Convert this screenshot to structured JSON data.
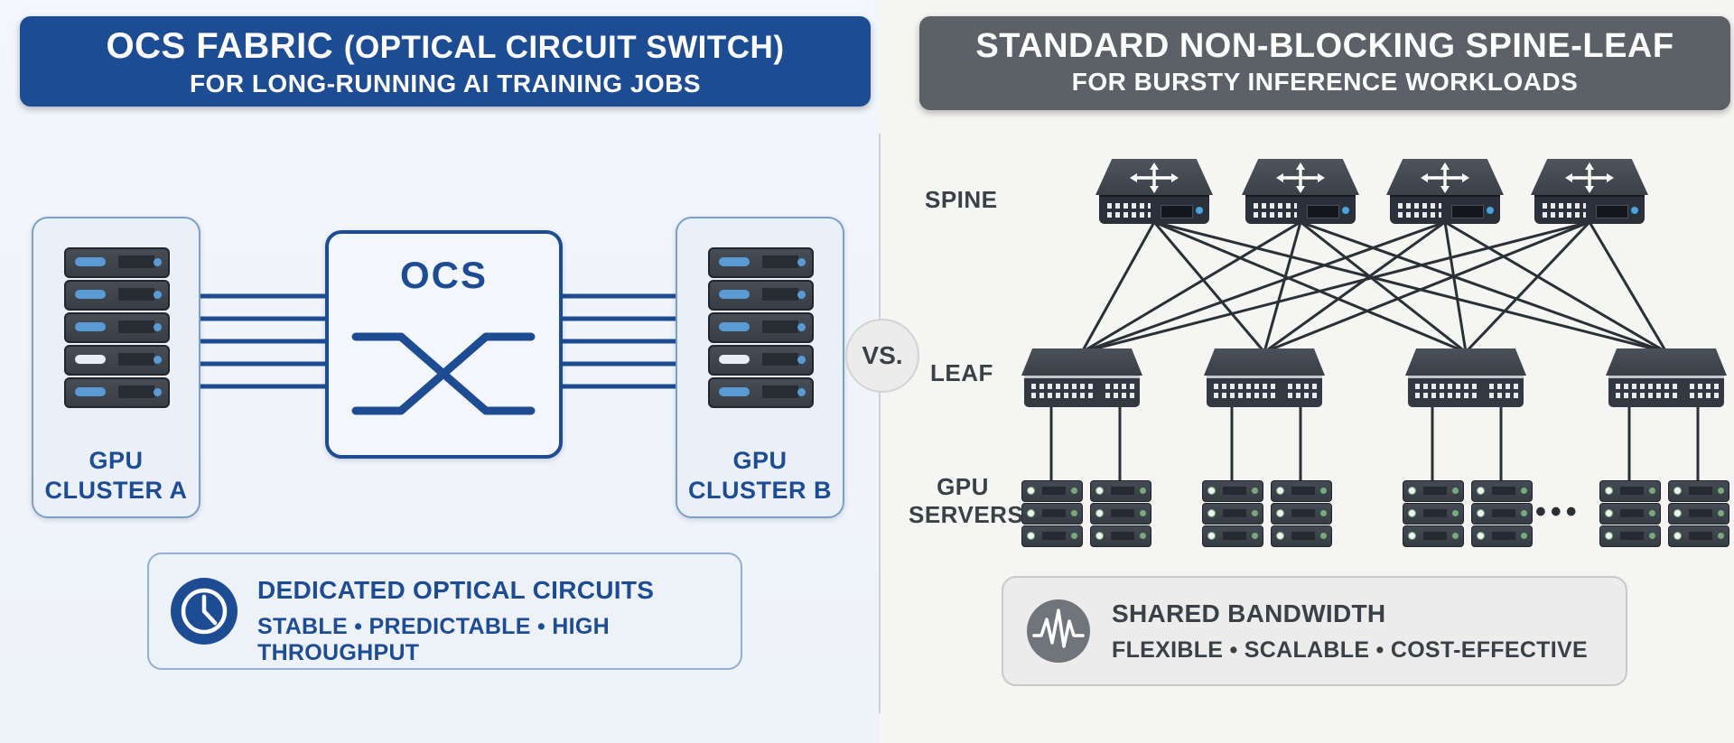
{
  "left": {
    "header": {
      "title_main": "OCS FABRIC",
      "title_paren": "(OPTICAL CIRCUIT SWITCH)",
      "subtitle": "FOR LONG-RUNNING AI TRAINING JOBS"
    },
    "ocs_switch": {
      "label": "OCS"
    },
    "cluster_a": {
      "line1": "GPU",
      "line2": "CLUSTER A"
    },
    "cluster_b": {
      "line1": "GPU",
      "line2": "CLUSTER B"
    },
    "info_box": {
      "icon": "clock-icon",
      "title": "DEDICATED OPTICAL CIRCUITS",
      "subtitle": "STABLE • PREDICTABLE • HIGH THROUGHPUT"
    }
  },
  "center": {
    "vs_label": "VS."
  },
  "right": {
    "header": {
      "title": "STANDARD NON-BLOCKING SPINE-LEAF",
      "subtitle": "FOR BURSTY INFERENCE WORKLOADS"
    },
    "row_labels": {
      "spine": "SPINE",
      "leaf": "LEAF",
      "servers_line1": "GPU",
      "servers_line2": "SERVERS"
    },
    "ellipsis": "•••",
    "topology": {
      "spine_switches": 4,
      "leaf_switches": 4,
      "server_groups": 4,
      "servers_per_group": 2,
      "units_per_server": 3
    },
    "info_box": {
      "icon": "waveform-icon",
      "title": "SHARED BANDWIDTH",
      "subtitle": "FLEXIBLE • SCALABLE • COST-EFFECTIVE"
    }
  },
  "colors": {
    "left_accent": "#1e4c93",
    "right_header": "#5b6167",
    "cluster_fill": "#e9f0f9",
    "wire_blue": "#1e4c93",
    "wire_dark": "#2b3036",
    "server_led_blue": "#5b9bd5",
    "server_led_green": "#79a97f",
    "vs_text": "#3b4046"
  }
}
